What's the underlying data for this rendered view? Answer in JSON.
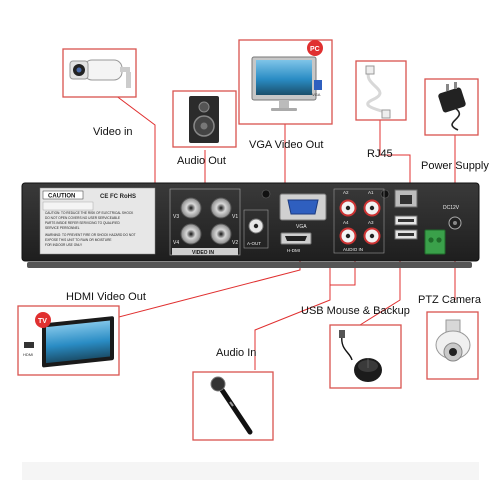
{
  "callouts": {
    "video_in": "Video in",
    "audio_out": "Audio Out",
    "vga_video_out": "VGA Video Out",
    "rj45": "RJ45",
    "power_supply": "Power Supply",
    "hdmi_video_out": "HDMI Video Out",
    "usb_mouse_backup": "USB Mouse & Backup",
    "ptz_camera": "PTZ Camera",
    "audio_in": "Audio In"
  },
  "panel": {
    "caution_title": "CAUTION",
    "caution_lines": [
      "CAUTION: TO REDUCE THE RISK OF ELECTRICAL SHOCK",
      "DO NOT OPEN COVERS NO USER SERVICEABLE",
      "PARTS INSIDE REFER SERVICING TO QUALIFIED",
      "SERVICE PERSONNEL",
      "WARNING: TO PREVENT FIRE OR SHOCK HAZARD DO NOT",
      "EXPOSE THIS UNIT TO RAIN OR MOISTURE",
      "FOR INDOOR USE ONLY"
    ],
    "cert_marks": "CE FC RoHS",
    "video_in_label": "VIDEO IN",
    "v1": "V1",
    "v2": "V2",
    "v3": "V3",
    "v4": "V4",
    "a_out_label": "A-OUT",
    "vga_label": "VGA",
    "hdmi_label": "H-DMI",
    "audio_in_label": "AUDIO IN",
    "a1": "A1",
    "a2": "A2",
    "a3": "A3",
    "a4": "A4",
    "dc_label": "DC12V"
  },
  "badges": {
    "pc": "PC",
    "vga_tag": "VGA",
    "tv": "TV",
    "hdmi_tag": "HDMI"
  },
  "colors": {
    "accent_red": "#e03030",
    "panel_dark": "#2a2a2a",
    "callout_border": "#d9534f",
    "ptz_green": "#3aa04a"
  }
}
